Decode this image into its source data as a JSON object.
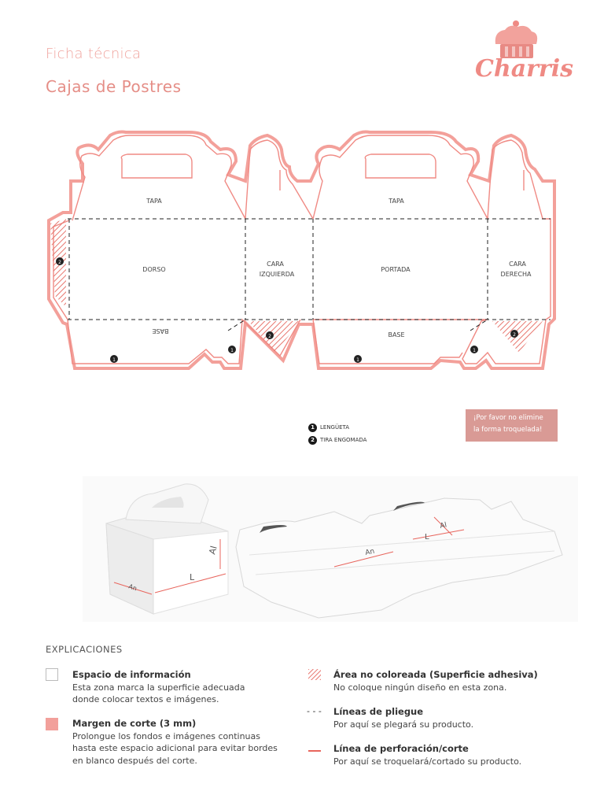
{
  "header": {
    "subtitle": "Ficha técnica",
    "title": "Cajas de Postres"
  },
  "brand": {
    "name": "Charris",
    "logo_icon": "cupcake-icon",
    "color": "#ef8a84"
  },
  "dieline": {
    "panels": {
      "tapa_left": "TAPA",
      "tapa_right": "TAPA",
      "dorso": "DORSO",
      "cara_izq_1": "CARA",
      "cara_izq_2": "IZQUIERDA",
      "portada": "PORTADA",
      "cara_der_1": "CARA",
      "cara_der_2": "DERECHA",
      "base_left": "BASE",
      "base_right": "BASE"
    },
    "markers": {
      "one": "1",
      "two": "2"
    },
    "cut_color": "#f08a84",
    "fold_color": "#222222"
  },
  "legend": {
    "items": [
      {
        "num": "1",
        "label": "LENGÜETA"
      },
      {
        "num": "2",
        "label": "TIRA ENGOMADA"
      }
    ]
  },
  "warning": {
    "line1": "¡Por favor no elimine",
    "line2": "la forma troquelada!"
  },
  "illustration": {
    "label_al": "Al",
    "label_l": "L",
    "label_an": "An"
  },
  "explanations": {
    "heading": "EXPLICACIONES",
    "info": {
      "title": "Espacio de información",
      "line1": "Esta zona marca la superficie adecuada",
      "line2": "donde colocar textos e imágenes."
    },
    "margin": {
      "title": "Margen de corte (3 mm)",
      "line1": "Prolongue los fondos e imágenes continuas",
      "line2": "hasta este espacio adicional para evitar bordes",
      "line3": "en blanco después del corte."
    },
    "adhesive": {
      "title": "Área no coloreada (Superficie adhesiva)",
      "line1": "No coloque ningún diseño en esta zona."
    },
    "fold": {
      "symbol": "- - -",
      "title": "Líneas de pliegue",
      "line1": "Por aquí se plegará su producto."
    },
    "cut": {
      "title": "Línea de perforación/corte",
      "line1": "Por aquí se troquelará/cortado su producto."
    }
  }
}
